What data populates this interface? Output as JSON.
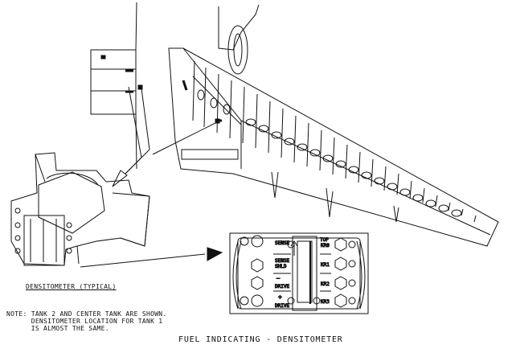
{
  "title": "FUEL INDICATING - DENSITOMETER",
  "caption_typical": "DENSITOMETER (TYPICAL)",
  "note_lines": [
    "NOTE: TANK 2 AND CENTER TANK ARE SHOWN.",
    "      DENSITOMETER LOCATION FOR TANK 1",
    "      IS ALMOST THE SAME."
  ],
  "connector_labels": {
    "sense": "SENSE",
    "sense_shld": [
      "SENSE",
      "SHLD"
    ],
    "drive_minus": "DRIVE",
    "drive_plus": "DRIVE",
    "minus": "—",
    "plus": "+",
    "top": "TOP",
    "kr": [
      "KR0",
      "KR1",
      "KR2",
      "KR3"
    ]
  }
}
